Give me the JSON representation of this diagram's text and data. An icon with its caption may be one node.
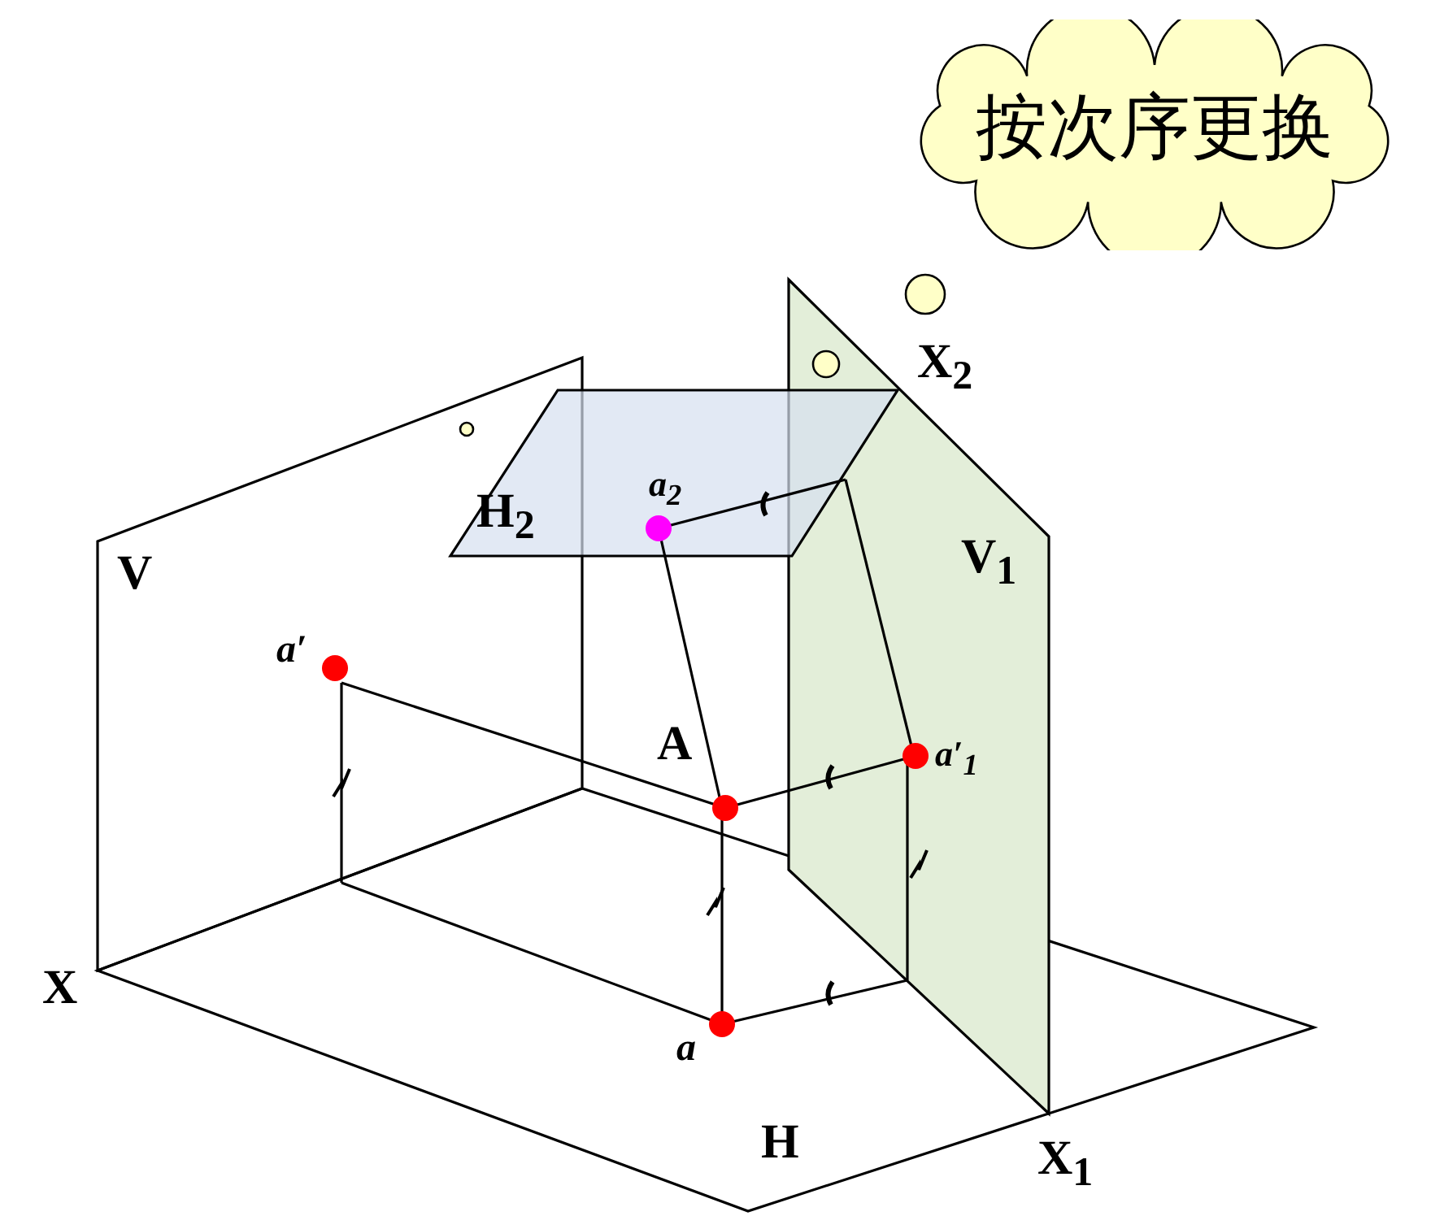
{
  "diagram": {
    "nodes": [
      {
        "text": [
          "按次序更换"
        ]
      }
    ],
    "labels": [
      "V",
      "a′",
      "A",
      "H$_{2}$",
      "a$_{2}$",
      "V$_{1}$",
      "a′$_{1}$",
      "X$_{2}$",
      "X",
      "a",
      "H",
      "X$_{1}$"
    ]
  }
}
